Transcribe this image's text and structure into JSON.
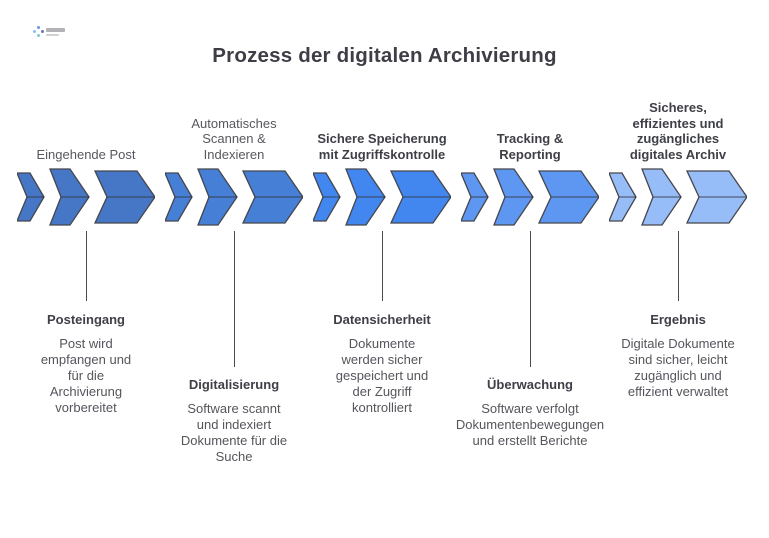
{
  "page": {
    "title": "Prozess der digitalen Archivierung",
    "background": "#ffffff"
  },
  "watermark": {
    "icon": "dots-logo-icon",
    "legible": false
  },
  "colors": {
    "title_text": "#3d3e46",
    "label_bold_text": "#3f4047",
    "label_normal_text": "#57575f",
    "body_text": "#55555c",
    "arrow_stroke": "#45464c",
    "connector_line": "#4a4a50"
  },
  "stages": [
    {
      "top_label": "Eingehende Post",
      "color": "#4677c6",
      "detail_title": "Posteingang",
      "detail_body": "Post wird empfangen und für die Archivierung vorbereitet"
    },
    {
      "top_label": "Automatisches Scannen & Indexieren",
      "color": "#467fd6",
      "detail_title": "Digitalisierung",
      "detail_body": "Software scannt und indexiert Dokumente für die Suche"
    },
    {
      "top_label": "Sichere Speicherung mit Zugriffskontrolle",
      "color": "#4287ef",
      "detail_title": "Datensicherheit",
      "detail_body": "Dokumente werden sicher gespeichert und der Zugriff kontrolliert"
    },
    {
      "top_label": "Tracking & Reporting",
      "color": "#5d97f2",
      "detail_title": "Überwachung",
      "detail_body": "Software verfolgt Dokumentenbewegungen und erstellt Berichte"
    },
    {
      "top_label": "Sicheres, effizientes und zugängliches digitales Archiv",
      "color": "#97bdf8",
      "detail_title": "Ergebnis",
      "detail_body": "Digitale Dokumente sind sicher, leicht zugänglich und effizient verwaltet"
    }
  ]
}
